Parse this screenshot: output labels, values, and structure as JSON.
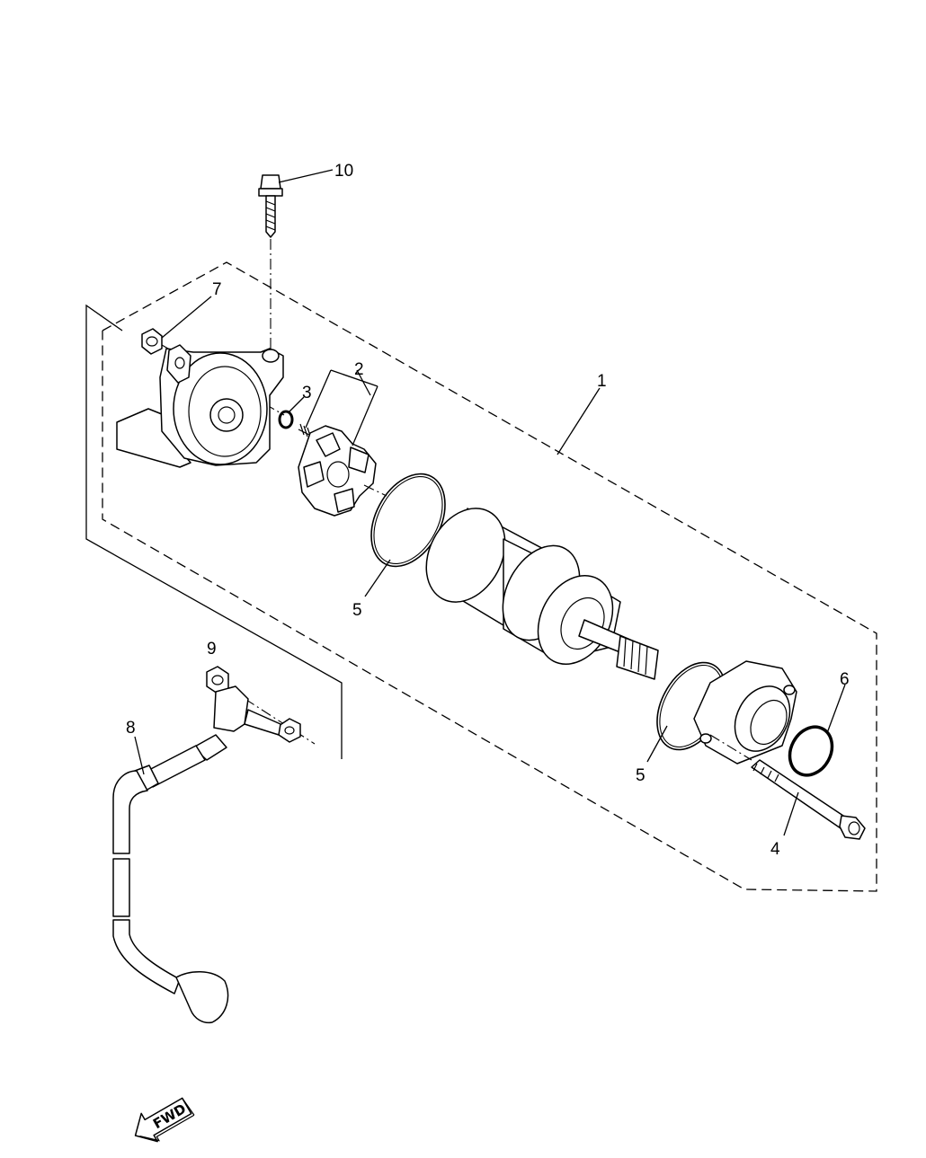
{
  "callouts": [
    {
      "id": "1",
      "label": "1"
    },
    {
      "id": "2",
      "label": "2"
    },
    {
      "id": "3",
      "label": "3"
    },
    {
      "id": "4",
      "label": "4"
    },
    {
      "id": "5a",
      "label": "5"
    },
    {
      "id": "5b",
      "label": "5"
    },
    {
      "id": "6",
      "label": "6"
    },
    {
      "id": "7",
      "label": "7"
    },
    {
      "id": "8",
      "label": "8"
    },
    {
      "id": "9",
      "label": "9"
    },
    {
      "id": "10",
      "label": "10"
    }
  ],
  "direction_marker": {
    "label": "FWD"
  },
  "icons": [
    "fwd-arrow-icon"
  ],
  "colors": {
    "line": "#000000",
    "background": "#ffffff"
  }
}
